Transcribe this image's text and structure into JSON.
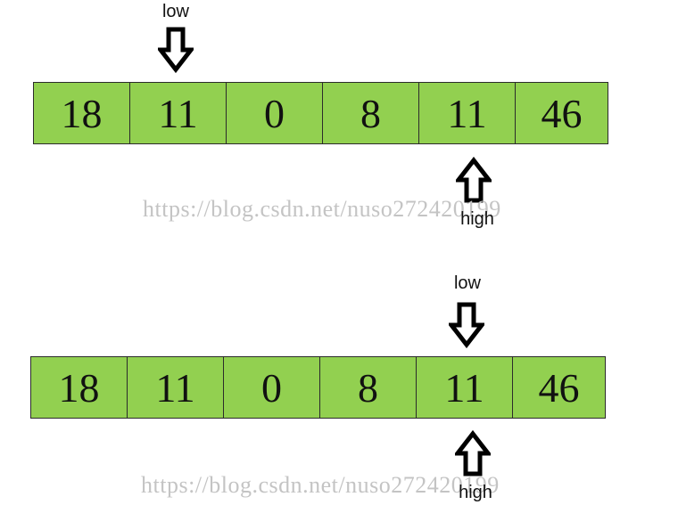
{
  "diagrams": [
    {
      "cells": [
        "18",
        "11",
        "0",
        "8",
        "11",
        "46"
      ],
      "low_label": "low",
      "high_label": "high",
      "watermark": "https://blog.csdn.net/nuso272420199"
    },
    {
      "cells": [
        "18",
        "11",
        "0",
        "8",
        "11",
        "46"
      ],
      "low_label": "low",
      "high_label": "high",
      "watermark": "https://blog.csdn.net/nuso272420199"
    }
  ],
  "colors": {
    "cell_fill": "#92d050",
    "border": "#2b2b2b",
    "watermark": "#c4c4c4"
  },
  "icons": {
    "down_arrow": "down-arrow-icon",
    "up_arrow": "up-arrow-icon"
  }
}
